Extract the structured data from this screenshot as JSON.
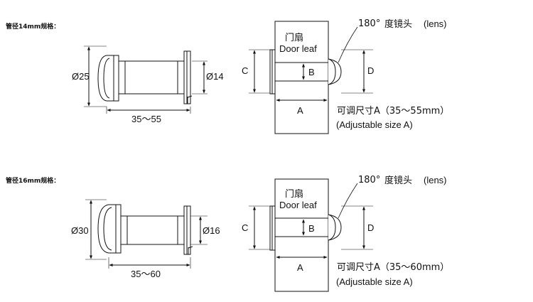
{
  "sections": [
    {
      "title": "管径14mm规格：",
      "outer_diameter": "Ø25",
      "tube_diameter": "Ø14",
      "length_range": "35～55",
      "door_label_cn": "门扇",
      "door_label_en": "Door leaf",
      "angle": "180°",
      "lens_cn": "度镜头",
      "lens_en": "(lens)",
      "dim_c": "C",
      "dim_b": "B",
      "dim_d": "D",
      "dim_a": "A",
      "adjustable_cn": "可调尺寸A（35～55mm）",
      "adjustable_en": "(Adjustable size A)"
    },
    {
      "title": "管径16mm规格：",
      "outer_diameter": "Ø30",
      "tube_diameter": "Ø16",
      "length_range": "35～60",
      "door_label_cn": "门扇",
      "door_label_en": "Door leaf",
      "angle": "180°",
      "lens_cn": "度镜头",
      "lens_en": "(lens)",
      "dim_c": "C",
      "dim_b": "B",
      "dim_d": "D",
      "dim_a": "A",
      "adjustable_cn": "可调尺寸A（35～60mm）",
      "adjustable_en": "(Adjustable size A)"
    }
  ]
}
